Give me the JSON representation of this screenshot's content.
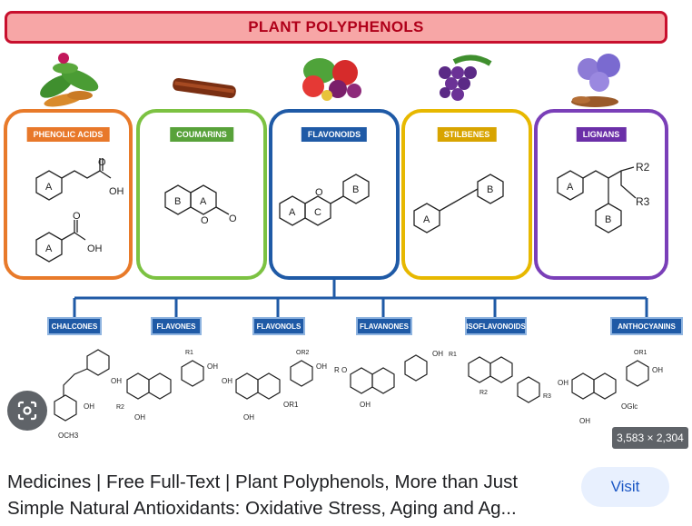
{
  "figure": {
    "title": "PLANT POLYPHENOLS",
    "classes": [
      {
        "label": "PHENOLIC ACIDS",
        "color": "#e87a2a",
        "label_bg": "#e8782a"
      },
      {
        "label": "COUMARINS",
        "color": "#7cc242",
        "label_bg": "#58a23a"
      },
      {
        "label": "FLAVONOIDS",
        "color": "#1f5aa6",
        "label_bg": "#1f5aa6"
      },
      {
        "label": "STILBENES",
        "color": "#e7b800",
        "label_bg": "#d8a400"
      },
      {
        "label": "LIGNANS",
        "color": "#7a3fb8",
        "label_bg": "#6b2fa8"
      }
    ],
    "subclasses": [
      "CHALCONES",
      "FLAVONES",
      "FLAVONOLS",
      "FLAVANONES",
      "ISOFLAVONOIDS",
      "ANTHOCYANINS"
    ],
    "ring_labels": {
      "a": "A",
      "b": "B",
      "c": "C"
    },
    "group_labels": {
      "oh": "OH",
      "o": "O",
      "r1": "R1",
      "r2": "R2",
      "r3": "R3",
      "or1": "OR1",
      "or2": "OR2",
      "och3": "OCH3",
      "oglc": "OGlc",
      "ro": "R O"
    }
  },
  "overlay": {
    "dimensions": "3,583 × 2,304",
    "lens_icon": "google-lens-icon"
  },
  "result": {
    "title_line1": "Medicines | Free Full-Text | Plant Polyphenols, More than Just",
    "title_line2": "Simple Natural Antioxidants: Oxidative Stress, Aging and Ag...",
    "visit_label": "Visit"
  }
}
